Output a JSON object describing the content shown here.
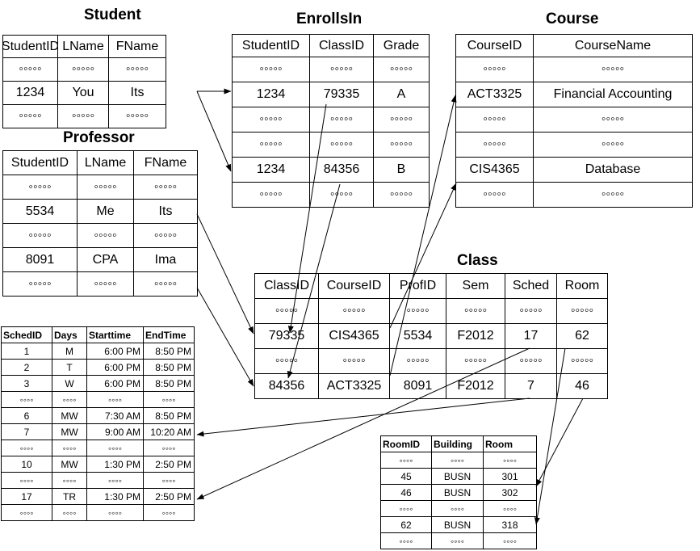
{
  "titles": {
    "student": "Student",
    "enrolls": "EnrollsIn",
    "course": "Course",
    "professor": "Professor",
    "class": "Class"
  },
  "student": {
    "columns": [
      "StudentID",
      "LName",
      "FName"
    ],
    "rows": [
      [
        "◦◦◦◦◦",
        "◦◦◦◦◦",
        "◦◦◦◦◦"
      ],
      [
        "1234",
        "You",
        "Its"
      ],
      [
        "◦◦◦◦◦",
        "◦◦◦◦◦",
        "◦◦◦◦◦"
      ]
    ]
  },
  "enrolls": {
    "columns": [
      "StudentID",
      "ClassID",
      "Grade"
    ],
    "rows": [
      [
        "◦◦◦◦◦",
        "◦◦◦◦◦",
        "◦◦◦◦◦"
      ],
      [
        "1234",
        "79335",
        "A"
      ],
      [
        "◦◦◦◦◦",
        "◦◦◦◦◦",
        "◦◦◦◦◦"
      ],
      [
        "◦◦◦◦◦",
        "◦◦◦◦◦",
        "◦◦◦◦◦"
      ],
      [
        "1234",
        "84356",
        "B"
      ],
      [
        "◦◦◦◦◦",
        "◦◦◦◦◦",
        "◦◦◦◦◦"
      ]
    ]
  },
  "course": {
    "columns": [
      "CourseID",
      "CourseName"
    ],
    "rows": [
      [
        "◦◦◦◦◦",
        "◦◦◦◦◦"
      ],
      [
        "ACT3325",
        "Financial Accounting"
      ],
      [
        "◦◦◦◦◦",
        "◦◦◦◦◦"
      ],
      [
        "◦◦◦◦◦",
        "◦◦◦◦◦"
      ],
      [
        "CIS4365",
        "Database"
      ],
      [
        "◦◦◦◦◦",
        "◦◦◦◦◦"
      ]
    ]
  },
  "professor": {
    "columns": [
      "StudentID",
      "LName",
      "FName"
    ],
    "rows": [
      [
        "◦◦◦◦◦",
        "◦◦◦◦◦",
        "◦◦◦◦◦"
      ],
      [
        "5534",
        "Me",
        "Its"
      ],
      [
        "◦◦◦◦◦",
        "◦◦◦◦◦",
        "◦◦◦◦◦"
      ],
      [
        "8091",
        "CPA",
        "Ima"
      ],
      [
        "◦◦◦◦◦",
        "◦◦◦◦◦",
        "◦◦◦◦◦"
      ]
    ]
  },
  "class": {
    "columns": [
      "ClassID",
      "CourseID",
      "ProfID",
      "Sem",
      "Sched",
      "Room"
    ],
    "rows": [
      [
        "◦◦◦◦◦",
        "◦◦◦◦◦",
        "◦◦◦◦◦",
        "◦◦◦◦◦",
        "◦◦◦◦◦",
        "◦◦◦◦◦"
      ],
      [
        "79335",
        "CIS4365",
        "5534",
        "F2012",
        "17",
        "62"
      ],
      [
        "◦◦◦◦◦",
        "◦◦◦◦◦",
        "◦◦◦◦◦",
        "◦◦◦◦◦",
        "◦◦◦◦◦",
        "◦◦◦◦◦"
      ],
      [
        "84356",
        "ACT3325",
        "8091",
        "F2012",
        "7",
        "46"
      ]
    ]
  },
  "schedule": {
    "columns": [
      "SchedID",
      "Days",
      "Starttime",
      "EndTime"
    ],
    "rows": [
      [
        "1",
        "M",
        "6:00 PM",
        "8:50 PM"
      ],
      [
        "2",
        "T",
        "6:00 PM",
        "8:50 PM"
      ],
      [
        "3",
        "W",
        "6:00 PM",
        "8:50 PM"
      ],
      [
        "◦◦◦◦",
        "◦◦◦◦",
        "◦◦◦◦",
        "◦◦◦◦"
      ],
      [
        "6",
        "MW",
        "7:30 AM",
        "8:50 PM"
      ],
      [
        "7",
        "MW",
        "9:00 AM",
        "10:20 AM"
      ],
      [
        "◦◦◦◦",
        "◦◦◦◦",
        "◦◦◦◦",
        "◦◦◦◦"
      ],
      [
        "10",
        "MW",
        "1:30 PM",
        "2:50 PM"
      ],
      [
        "◦◦◦◦",
        "◦◦◦◦",
        "◦◦◦◦",
        "◦◦◦◦"
      ],
      [
        "17",
        "TR",
        "1:30 PM",
        "2:50 PM"
      ],
      [
        "◦◦◦◦",
        "◦◦◦◦",
        "◦◦◦◦",
        "◦◦◦◦"
      ]
    ]
  },
  "room": {
    "columns": [
      "RoomID",
      "Building",
      "Room"
    ],
    "rows": [
      [
        "◦◦◦◦",
        "◦◦◦◦",
        "◦◦◦◦"
      ],
      [
        "45",
        "BUSN",
        "301"
      ],
      [
        "46",
        "BUSN",
        "302"
      ],
      [
        "◦◦◦◦",
        "◦◦◦◦",
        "◦◦◦◦"
      ],
      [
        "62",
        "BUSN",
        "318"
      ],
      [
        "◦◦◦◦",
        "◦◦◦◦",
        "◦◦◦◦"
      ]
    ]
  }
}
